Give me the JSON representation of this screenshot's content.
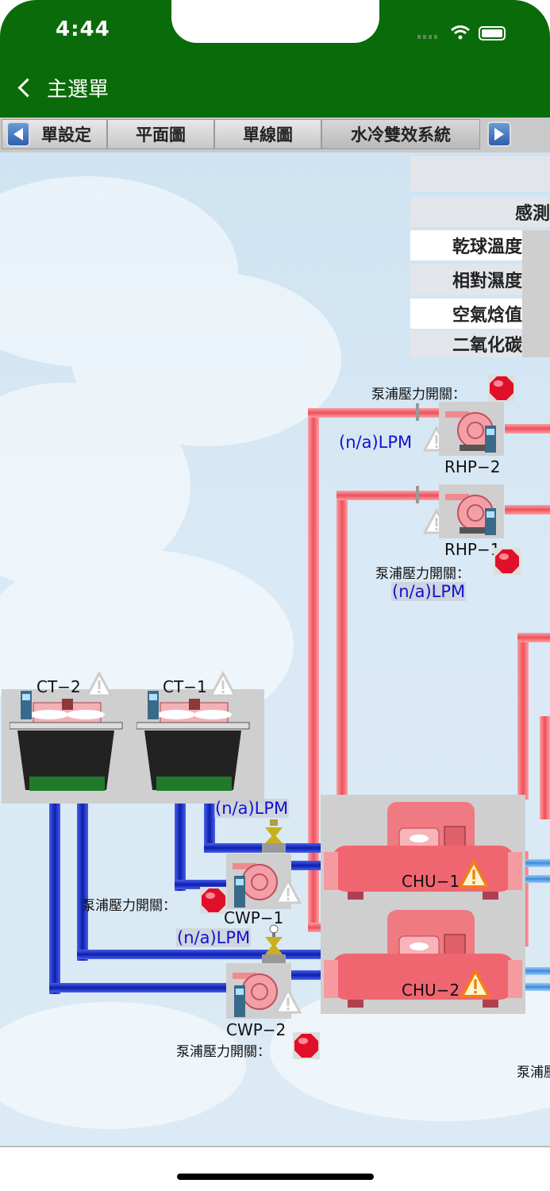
{
  "status_bar": {
    "time": "4:44"
  },
  "nav": {
    "back_label": "主選單"
  },
  "tabs": [
    {
      "label": "單設定",
      "active": false
    },
    {
      "label": "平面圖",
      "active": false
    },
    {
      "label": "單線圖",
      "active": false
    },
    {
      "label": "水冷雙效系統",
      "active": true
    }
  ],
  "sensor_table": {
    "header": "感測",
    "rows": [
      "乾球溫度",
      "相對濕度",
      "空氣焓值",
      "二氧化碳"
    ]
  },
  "pump_switch_label": "泵浦壓力開關：",
  "flow_value": "(n/a)LPM",
  "equipment": {
    "ct2": "CT−2",
    "ct1": "CT−1",
    "rhp2": "RHP−2",
    "rhp1": "RHP−1",
    "cwp1": "CWP−1",
    "cwp2": "CWP−2",
    "chu1": "CHU−1",
    "chu2": "CHU−2"
  },
  "colors": {
    "header": "#0a6b0a",
    "hot_pipe": "#f0606a",
    "cold_pipe": "#1a2fbf",
    "alarm": "#e0102a",
    "flow_text": "#1212d0"
  },
  "icons": [
    "back-chevron-icon",
    "tab-scroll-left-icon",
    "tab-scroll-right-icon",
    "warning-triangle-icon",
    "alarm-stop-icon",
    "pump-icon",
    "cooling-tower-icon",
    "chiller-icon",
    "controller-icon",
    "valve-icon"
  ]
}
